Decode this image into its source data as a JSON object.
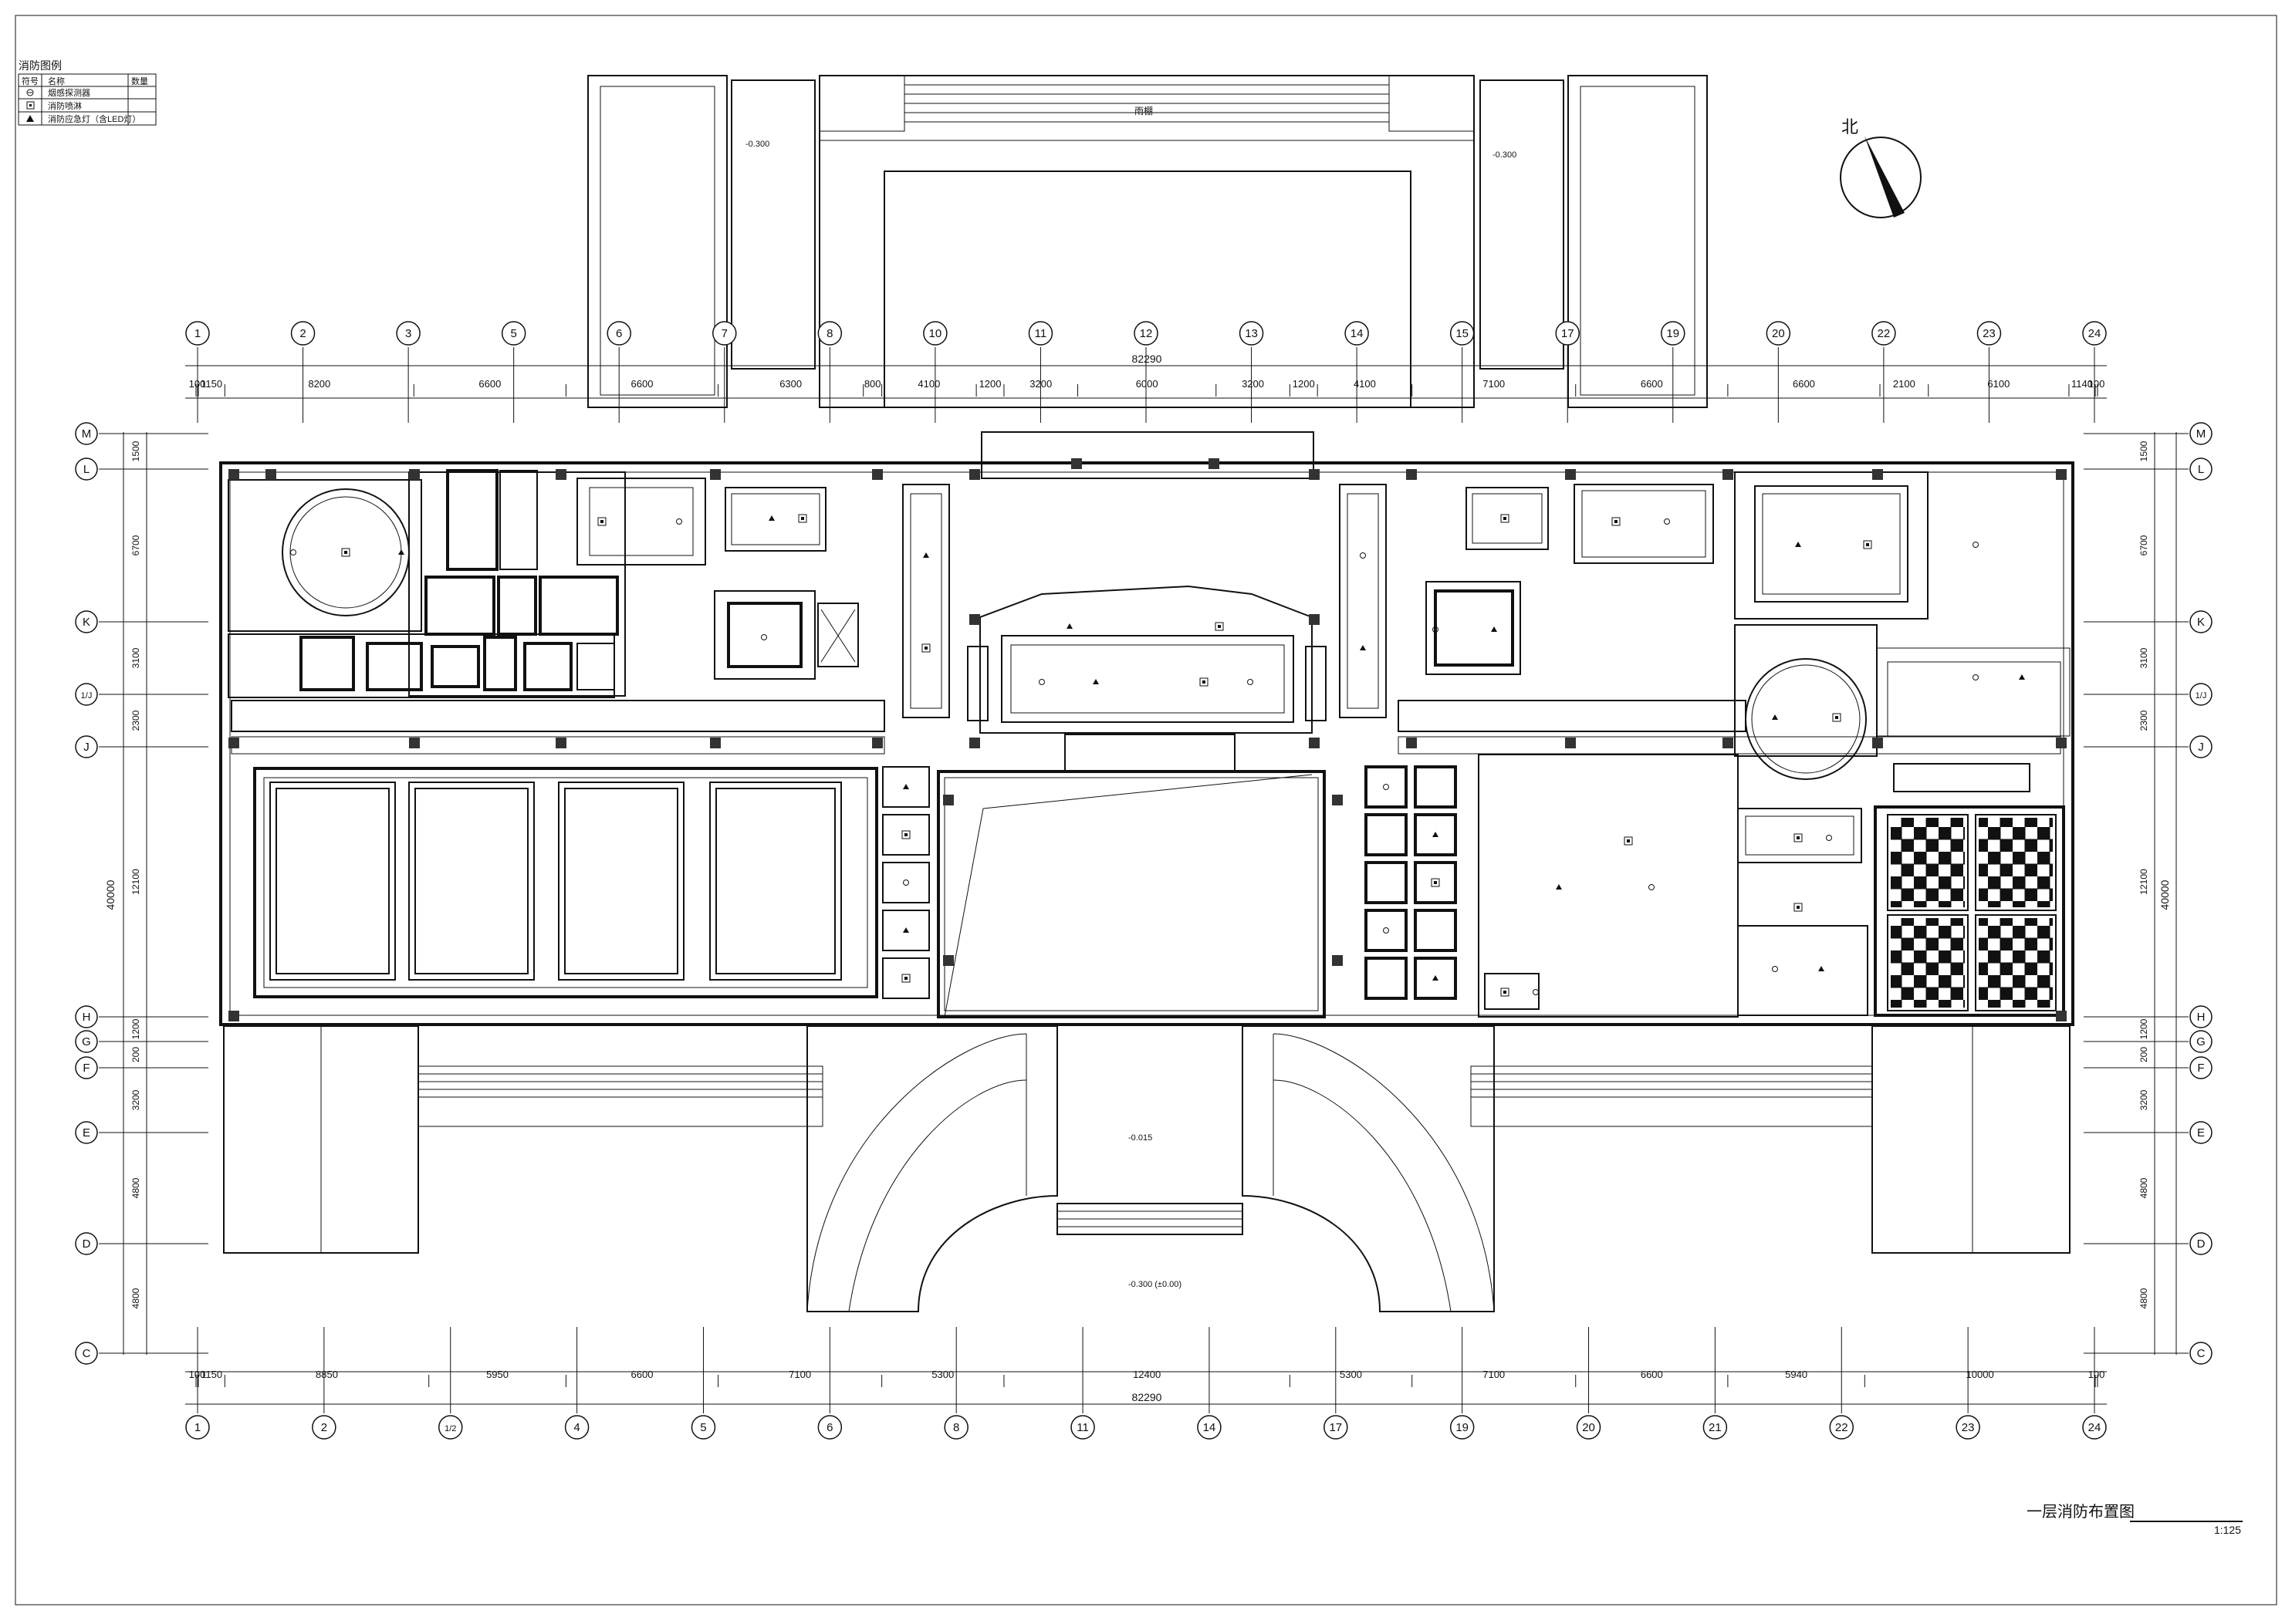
{
  "legend": {
    "caption": "消防图例",
    "headers": [
      "符号",
      "名称",
      "数量"
    ],
    "rows": [
      {
        "symbol": "smoke-detector",
        "name": "烟感探测器"
      },
      {
        "symbol": "sprinkler",
        "name": "消防喷淋"
      },
      {
        "symbol": "emergency-light",
        "name": "消防应急灯（含LED灯）"
      }
    ]
  },
  "north": {
    "label": "北"
  },
  "title": {
    "main": "一层消防布置图",
    "scale": "1:125"
  },
  "overall_dim": "82290",
  "top_columns": [
    "1",
    "2",
    "3",
    "5",
    "6",
    "7",
    "8",
    "10",
    "11",
    "12",
    "13",
    "14",
    "15",
    "17",
    "19",
    "20",
    "22",
    "23",
    "24"
  ],
  "top_dims": [
    "100",
    "1150",
    "8200",
    "6600",
    "6600",
    "6300",
    "800",
    "4100",
    "1200",
    "3200",
    "6000",
    "3200",
    "1200",
    "4100",
    "7100",
    "6600",
    "6600",
    "2100",
    "6100",
    "1140",
    "100"
  ],
  "bottom_columns": [
    "1",
    "2",
    "1/2",
    "4",
    "5",
    "6",
    "8",
    "11",
    "14",
    "17",
    "19",
    "20",
    "21",
    "22",
    "23",
    "24"
  ],
  "bottom_dims": [
    "100",
    "1150",
    "8850",
    "5950",
    "6600",
    "7100",
    "5300",
    "12400",
    "5300",
    "7100",
    "6600",
    "5940",
    "10000",
    "100"
  ],
  "rows_axis": [
    "M",
    "L",
    "K",
    "1/J",
    "J",
    "H",
    "G",
    "F",
    "E",
    "D",
    "C"
  ],
  "row_dims": [
    "1500",
    "6700",
    "3100",
    "2300",
    "12100",
    "1200",
    "200",
    "3200",
    "4800",
    "4800"
  ],
  "row_total": "40000",
  "level_labels": [
    "-0.300",
    "-0.300",
    "-0.015",
    "-0.300 (±0.00)"
  ],
  "canopy_label": "雨棚"
}
